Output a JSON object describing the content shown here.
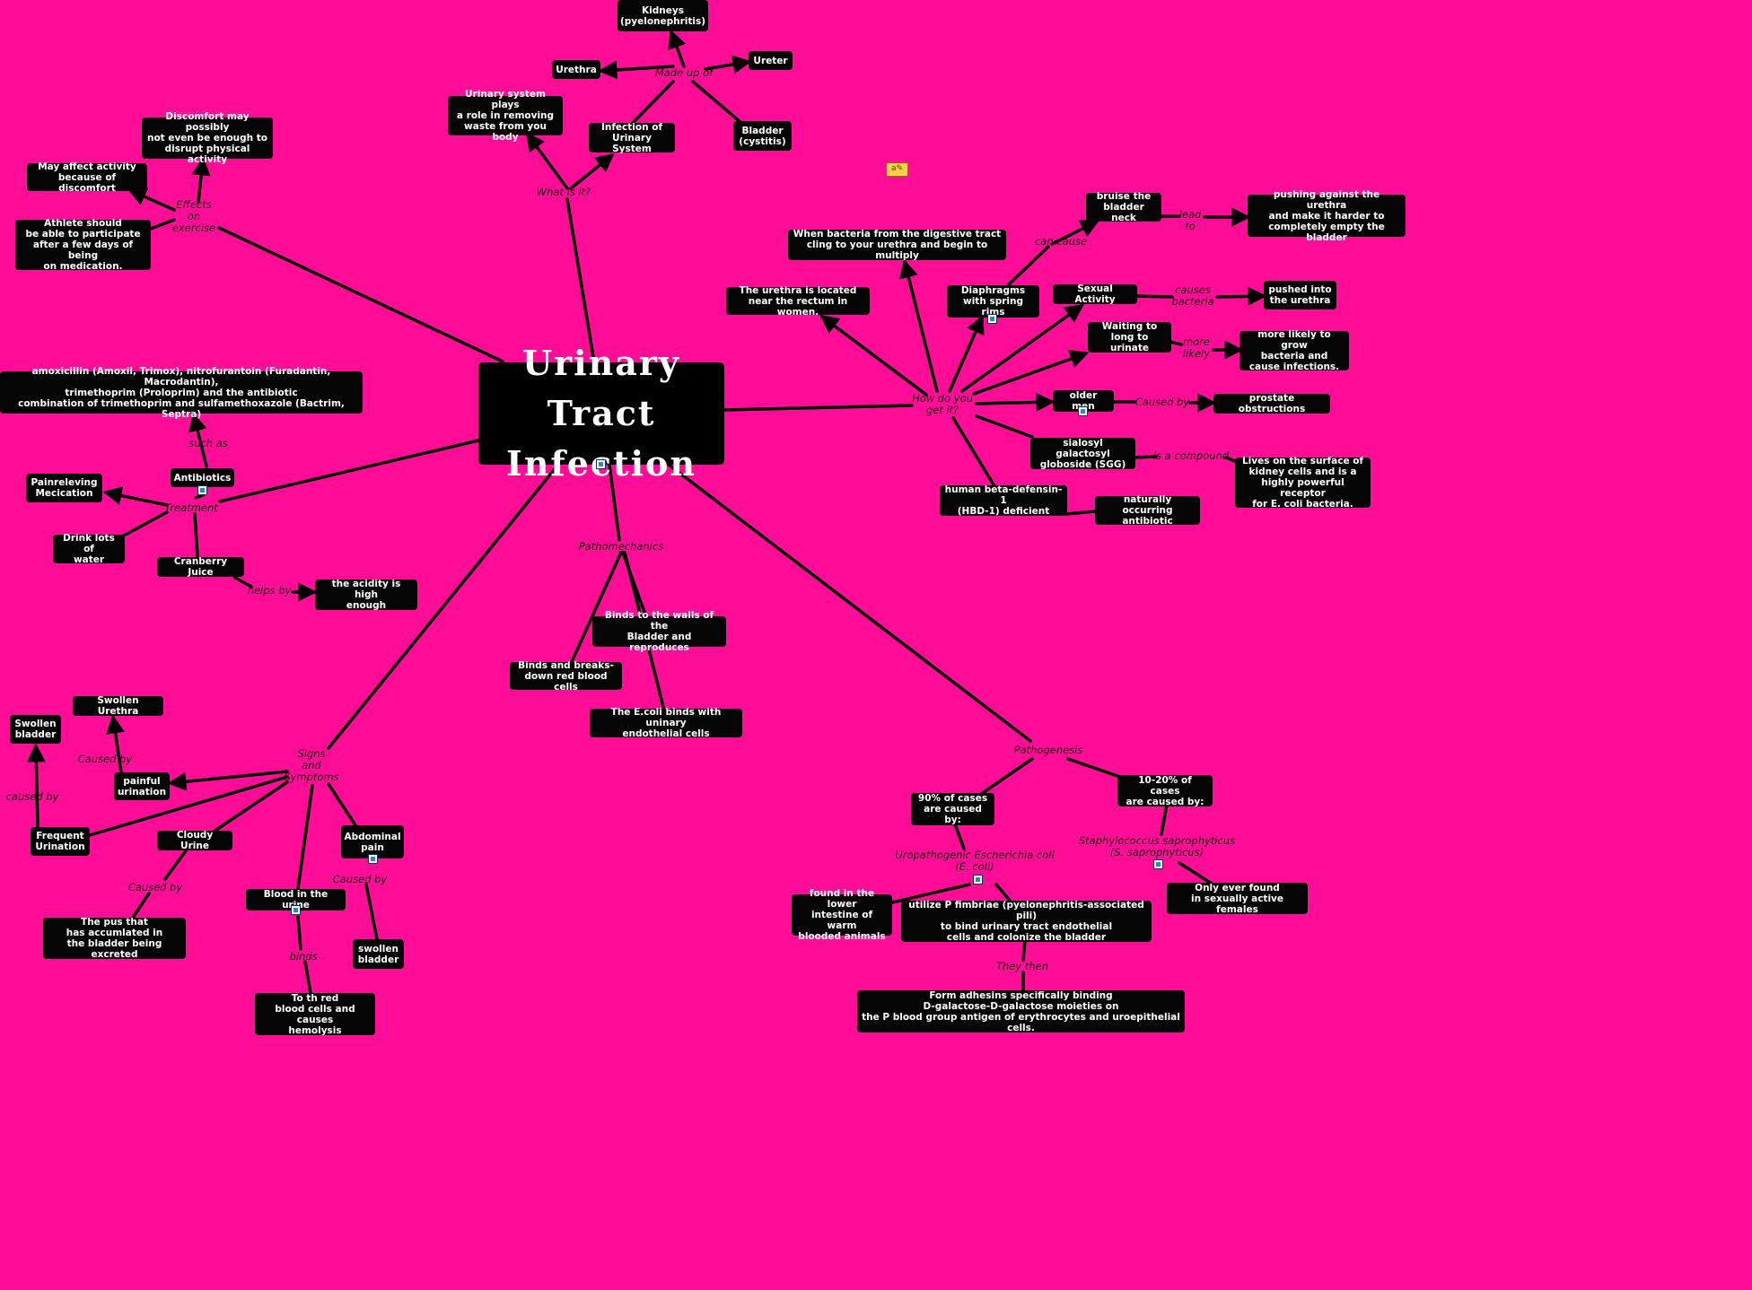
{
  "central_topic": "Urinary Tract\nInfection",
  "icons": {
    "resource": "image-attachment-icon",
    "note": "sticky-note-icon"
  },
  "colors": {
    "background": "#ff0d97",
    "node": "#050505",
    "node_text": "#ffffff",
    "link_label": "#1a0410"
  },
  "branches": {
    "what_is_it": {
      "link_label": "What is it?",
      "purpose": "Urinary system plays\na role in removing\nwaste from you body",
      "infection_of": "Infection of\nUrinary System",
      "made_up_of": {
        "link_label": "Made up of",
        "kidneys": "Kidneys\n(pyelonephritis)",
        "urethra": "Urethra",
        "ureter": "Ureter",
        "bladder": "Bladder\n(cystitis)"
      }
    },
    "effects_on_exercise": {
      "link_label": "Effects\non\nexercise",
      "discomfort": "Discomfort may possibly\nnot even be enough to\ndisrupt physical activity",
      "may_affect": "May affect activity\nbecause of discomfort",
      "athlete": "Athlete should\nbe able to participate\nafter a few days of being\non medication."
    },
    "treatment": {
      "link_label": "Treatment",
      "antibiotics": "Antibiotics",
      "such_as": "such as",
      "antibiotic_list": "amoxicillin (Amoxil, Trimox), nitrofurantoin (Furadantin, Macrodantin),\ntrimethoprim (Proloprim) and the antibiotic\ncombination of trimethoprim and sulfamethoxazole (Bactrim, Septra)",
      "painrelieving": "Painreleving\nMecication",
      "water": "Drink lots of\nwater",
      "cranberry": "Cranberry Juice",
      "helps_by": "helps by",
      "acidity": "the acidity is high\nenough"
    },
    "how_do_you_get_it": {
      "link_label": "How do you\nget it?",
      "bacteria": "When bacteria from the digestive tract\ncling to your urethra and begin to multiply",
      "rectum": "The urethra is located\nnear the rectum in women.",
      "diaphragms": "Diaphragms\nwith spring rims",
      "can_cause": "can cause",
      "bruise": "bruise the\nbladder neck",
      "lead_to": "lead\nto",
      "pushing": "pushing against the urethra\nand make it harder to\ncompletely empty the bladder",
      "sexual": "Sexual Activity",
      "causes_bacteria": "causes\nbacteria",
      "pushed": "pushed into\nthe urethra",
      "waiting": "Waiting to\nlong to urinate",
      "more_likely": "more\nlikely",
      "grow": "more likely to grow\nbacteria and\ncause infections.",
      "older_men": "older men",
      "caused_by": "Caused by",
      "prostate": "prostate obstructions",
      "sgg": "sialosyl galactosyl\ngloboside (SGG)",
      "is_compound": "is a compound",
      "receptor": "Lives on the surface of\nkidney cells and is a\nhighly powerful receptor\nfor E. coli  bacteria.",
      "hbd": "human beta-defensin-1\n(HBD-1) deficient",
      "natural_antibiotic": "naturally occurring\nantibiotic"
    },
    "pathomechanics": {
      "link_label": "Pathomechanics",
      "binds_walls": "Binds to the walls of the\nBladder and reproduces",
      "binds_rbc": "Binds and breaks-\ndown red blood cells",
      "ecoli_binds": "The E.coli binds with uninary\nendothelial cells"
    },
    "pathogenesis": {
      "link_label": "Pathogenesis",
      "ninety": "90% of cases\nare caused by:",
      "ten_twenty": "10-20% of cases\nare caused by:",
      "upec": "Uropathogenic Escherichia coli\n(E. coli)",
      "staph": "Staphylococcus saprophyticus\n(S. saprophyticus)",
      "lower_intestine": "found in the lower\nintestine of warm\nblooded animals",
      "fimbriae": "utilize P fimbriae (pyelonephritis-associated pili)\nto bind urinary tract endothelial\ncells and colonize the bladder",
      "they_then": "They then",
      "adhesins": "Form adhesins specifically binding\nD-galactose-D-galactose moieties on\nthe P blood group antigen of erythrocytes and uroepithelial cells.",
      "females": "Only ever found\nin sexually active females"
    },
    "signs_and_symptoms": {
      "link_label": "Signs\nand\nSymptoms",
      "painful": "painful\nurination",
      "caused_by_urethra": "Caused by",
      "swollen_urethra": "Swollen Urethra",
      "frequent": "Frequent\nUrination",
      "caused_by_bladder": "caused by",
      "swollen_bladder_1": "Swollen\nbladder",
      "cloudy": "Cloudy Urine",
      "caused_by_pus": "Caused by",
      "pus": "The pus that\nhas accumlated in\nthe bladder being excreted",
      "blood": "Blood in the urine",
      "binds": "binds",
      "hemolysis": "To th red\nblood cells and causes\nhemolysis",
      "abdominal": "Abdominal\npain",
      "caused_by_swollen": "Caused by",
      "swollen_bladder_2": "swollen\nbladder"
    }
  }
}
